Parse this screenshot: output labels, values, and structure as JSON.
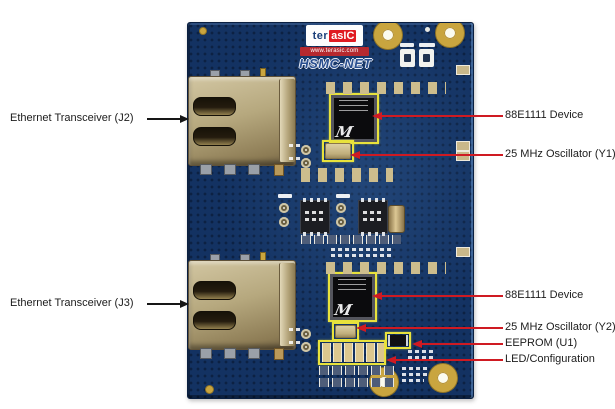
{
  "figure_type": "annotated-board-photo",
  "board": {
    "vendor_logo": {
      "part1": "ter",
      "part2": "asIC"
    },
    "website": "www.terasic.com",
    "name": "HSMC-NET",
    "marvell_logo_glyph": "M"
  },
  "callouts_left": [
    {
      "label": "Ethernet Transceiver (J2)",
      "target": "rj45-connector-j2"
    },
    {
      "label": "Ethernet Transceiver (J3)",
      "target": "rj45-connector-j3"
    }
  ],
  "callouts_right": [
    {
      "label": "88E1111 Device",
      "target": "phy-chip-top"
    },
    {
      "label": "25 MHz Oscillator (Y1)",
      "target": "oscillator-y1"
    },
    {
      "label": "88E1111 Device",
      "target": "phy-chip-bottom"
    },
    {
      "label": "25 MHz Oscillator (Y2)",
      "target": "oscillator-y2"
    },
    {
      "label": "EEPROM (U1)",
      "target": "eeprom-u1"
    },
    {
      "label": "LED/Configuration",
      "target": "led-configuration-block"
    }
  ],
  "colors": {
    "background": "#ffffff",
    "pcb": "#133262",
    "highlight_box": "#e8e23c",
    "callout_red": "#cf1a22",
    "callout_black": "#161616",
    "logo_red": "#e01b22",
    "mount_hole_gold": "#c9a53f"
  }
}
